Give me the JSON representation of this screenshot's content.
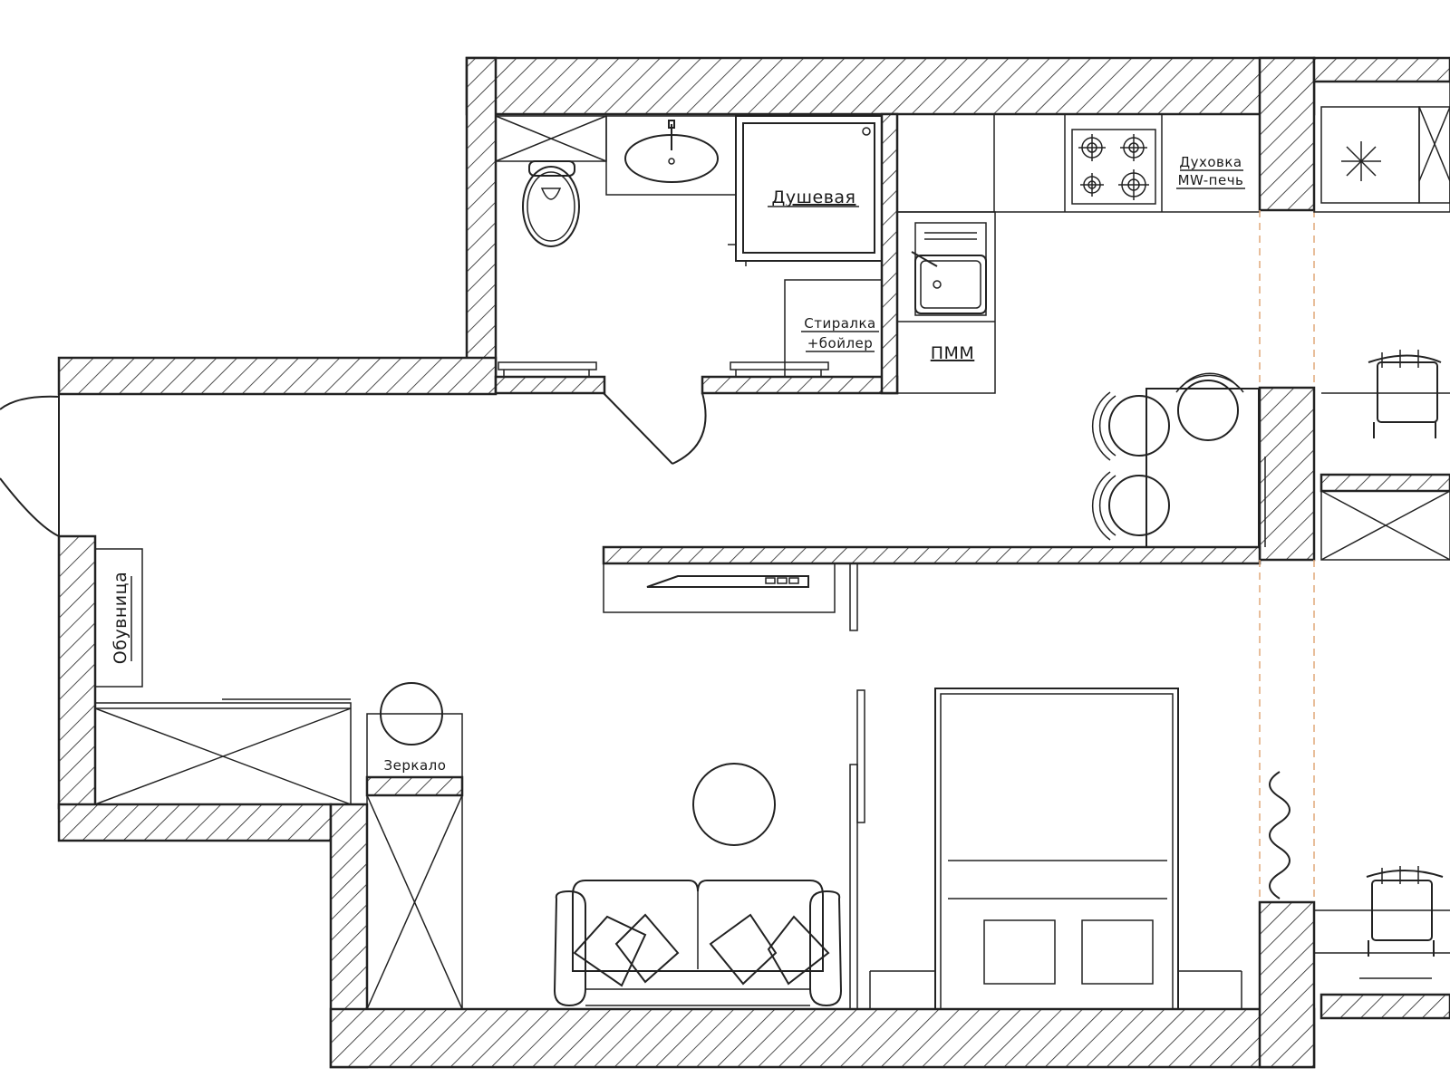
{
  "labels": {
    "shower": "Душевая",
    "oven_line1": "Духовка",
    "oven_line2": "MW-печь",
    "washer_line1": "Стиралка",
    "washer_line2": "+бойлер",
    "dishwasher": "ПММ",
    "shoe_rack": "Обувница",
    "mirror": "Зеркало"
  },
  "colors": {
    "line": "#222222",
    "background": "#ffffff",
    "window_dash": "#e0a87a"
  }
}
